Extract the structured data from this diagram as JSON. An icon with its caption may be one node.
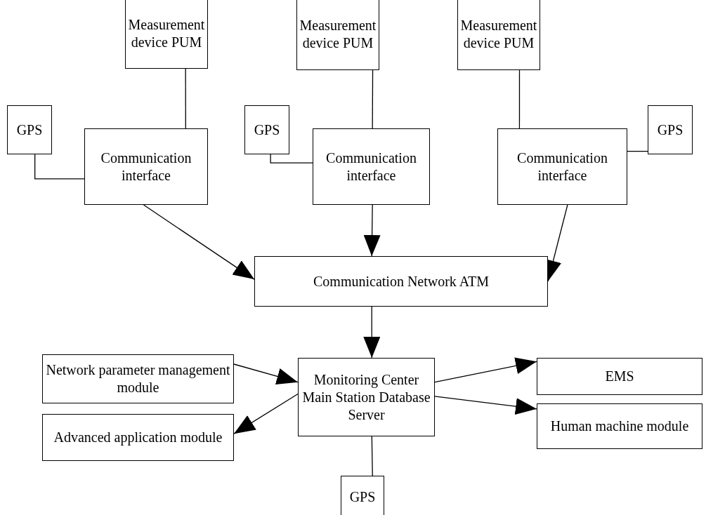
{
  "diagram": {
    "nodes": [
      {
        "text": [
          "Measurement device PUM"
        ]
      },
      {
        "text": [
          "GPS"
        ]
      },
      {
        "text": [
          "Communication interface"
        ]
      },
      {
        "text": [
          "Measurement device PUM"
        ]
      },
      {
        "text": [
          "GPS"
        ]
      },
      {
        "text": [
          "Communication interface"
        ]
      },
      {
        "text": [
          "Measurement device PUM"
        ]
      },
      {
        "text": [
          "Communication interface"
        ]
      },
      {
        "text": [
          "GPS"
        ]
      },
      {
        "text": [
          "Communication Network ATM"
        ]
      },
      {
        "text": [
          "Network parameter management module"
        ]
      },
      {
        "text": [
          "Monitoring Center Main Station Database Server"
        ]
      },
      {
        "text": [
          "EMS"
        ]
      },
      {
        "text": [
          "Human machine module"
        ]
      },
      {
        "text": [
          "Advanced application module"
        ]
      },
      {
        "text": [
          "GPS"
        ]
      }
    ],
    "edges": [
      {
        "from": 0,
        "to": 2,
        "arrow": "none"
      },
      {
        "from": 1,
        "to": 2,
        "arrow": "none"
      },
      {
        "from": 3,
        "to": 5,
        "arrow": "none"
      },
      {
        "from": 4,
        "to": 5,
        "arrow": "none"
      },
      {
        "from": 6,
        "to": 7,
        "arrow": "none"
      },
      {
        "from": 8,
        "to": 7,
        "arrow": "none"
      },
      {
        "from": 2,
        "to": 9,
        "arrow": "to"
      },
      {
        "from": 5,
        "to": 9,
        "arrow": "to"
      },
      {
        "from": 7,
        "to": 9,
        "arrow": "to"
      },
      {
        "from": 9,
        "to": 11,
        "arrow": "to"
      },
      {
        "from": 10,
        "to": 11,
        "arrow": "to"
      },
      {
        "from": 11,
        "to": 12,
        "arrow": "to"
      },
      {
        "from": 11,
        "to": 13,
        "arrow": "to"
      },
      {
        "from": 11,
        "to": 14,
        "arrow": "to"
      },
      {
        "from": 11,
        "to": 15,
        "arrow": "none"
      }
    ]
  }
}
